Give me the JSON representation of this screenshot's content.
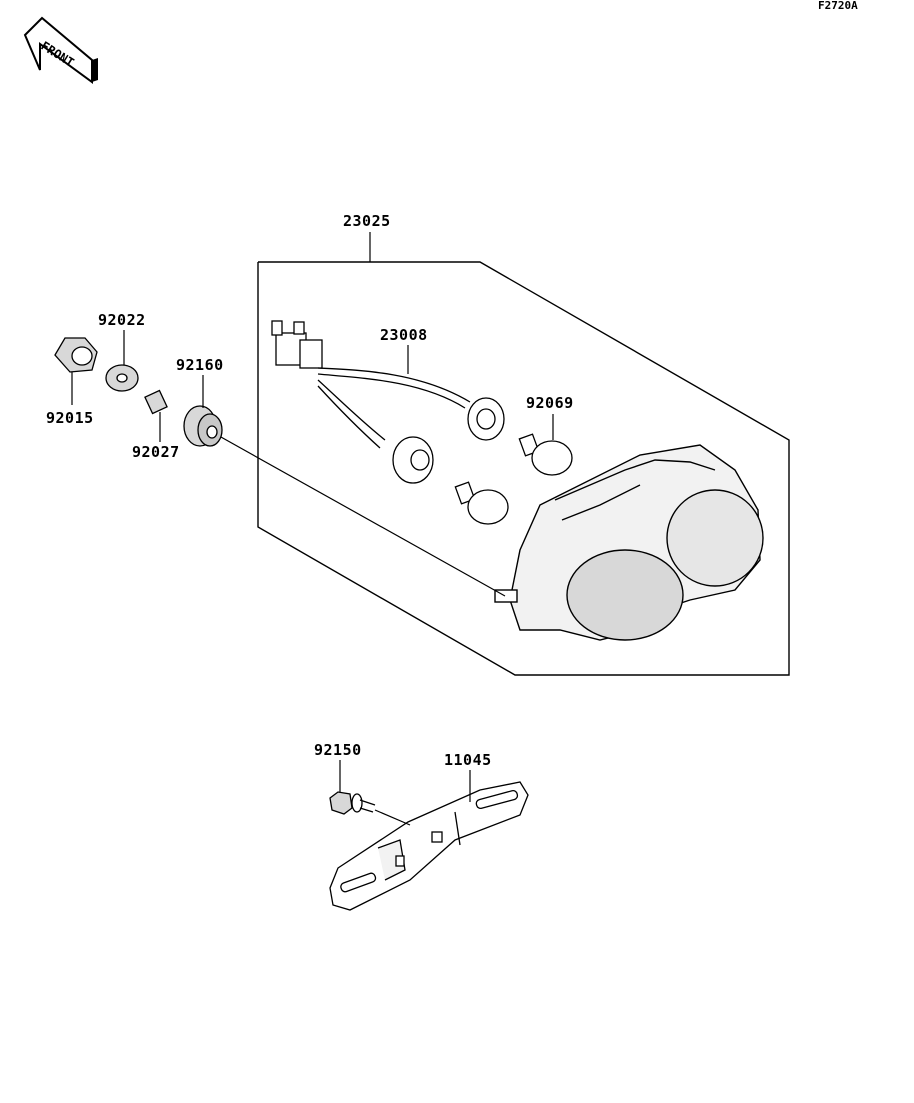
{
  "diagram_code": "F2720A",
  "front_label": "FRONT",
  "parts": {
    "assembly": "23025",
    "harness": "23008",
    "bulb": "92069",
    "nut": "92015",
    "washer": "92022",
    "collar": "92027",
    "grommet": "92160",
    "bolt": "92150",
    "bracket": "11045"
  },
  "colors": {
    "line": "#000000",
    "lens": "#d8d8d8",
    "housing": "#f2f2f2"
  }
}
